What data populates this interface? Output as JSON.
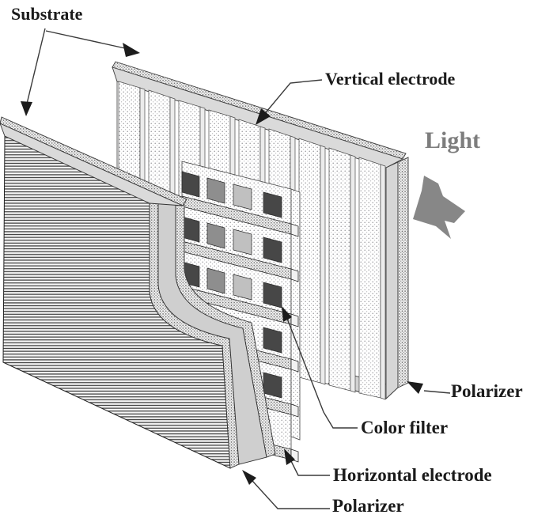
{
  "figure": {
    "title_context": "LCD panel structure diagram",
    "background": "#ffffff",
    "labels": {
      "substrate": "Substrate",
      "vertical_electrode": "Vertical electrode",
      "light": "Light",
      "polarizer_right": "Polarizer",
      "color_filter": "Color filter",
      "horizontal_electrode": "Horizontal electrode",
      "polarizer_bottom": "Polarizer"
    },
    "colors": {
      "filter_dark": "#474747",
      "filter_medium": "#8e8e8e",
      "filter_light": "#c0c0c0",
      "panel_top_gray": "#dadada",
      "side_gray": "#cfcfcf",
      "substrate_edge_gray": "#d6d6d6",
      "light_arrow": "#878787",
      "light_text": "#7d7d7d",
      "line": "#333333"
    },
    "structure": {
      "vertical_electrode_count": 9,
      "horizontal_electrode_count": 6,
      "color_filter_columns": 4,
      "color_filter_rows": 5,
      "column_shades": [
        "dark",
        "medium",
        "light",
        "dark"
      ]
    }
  }
}
